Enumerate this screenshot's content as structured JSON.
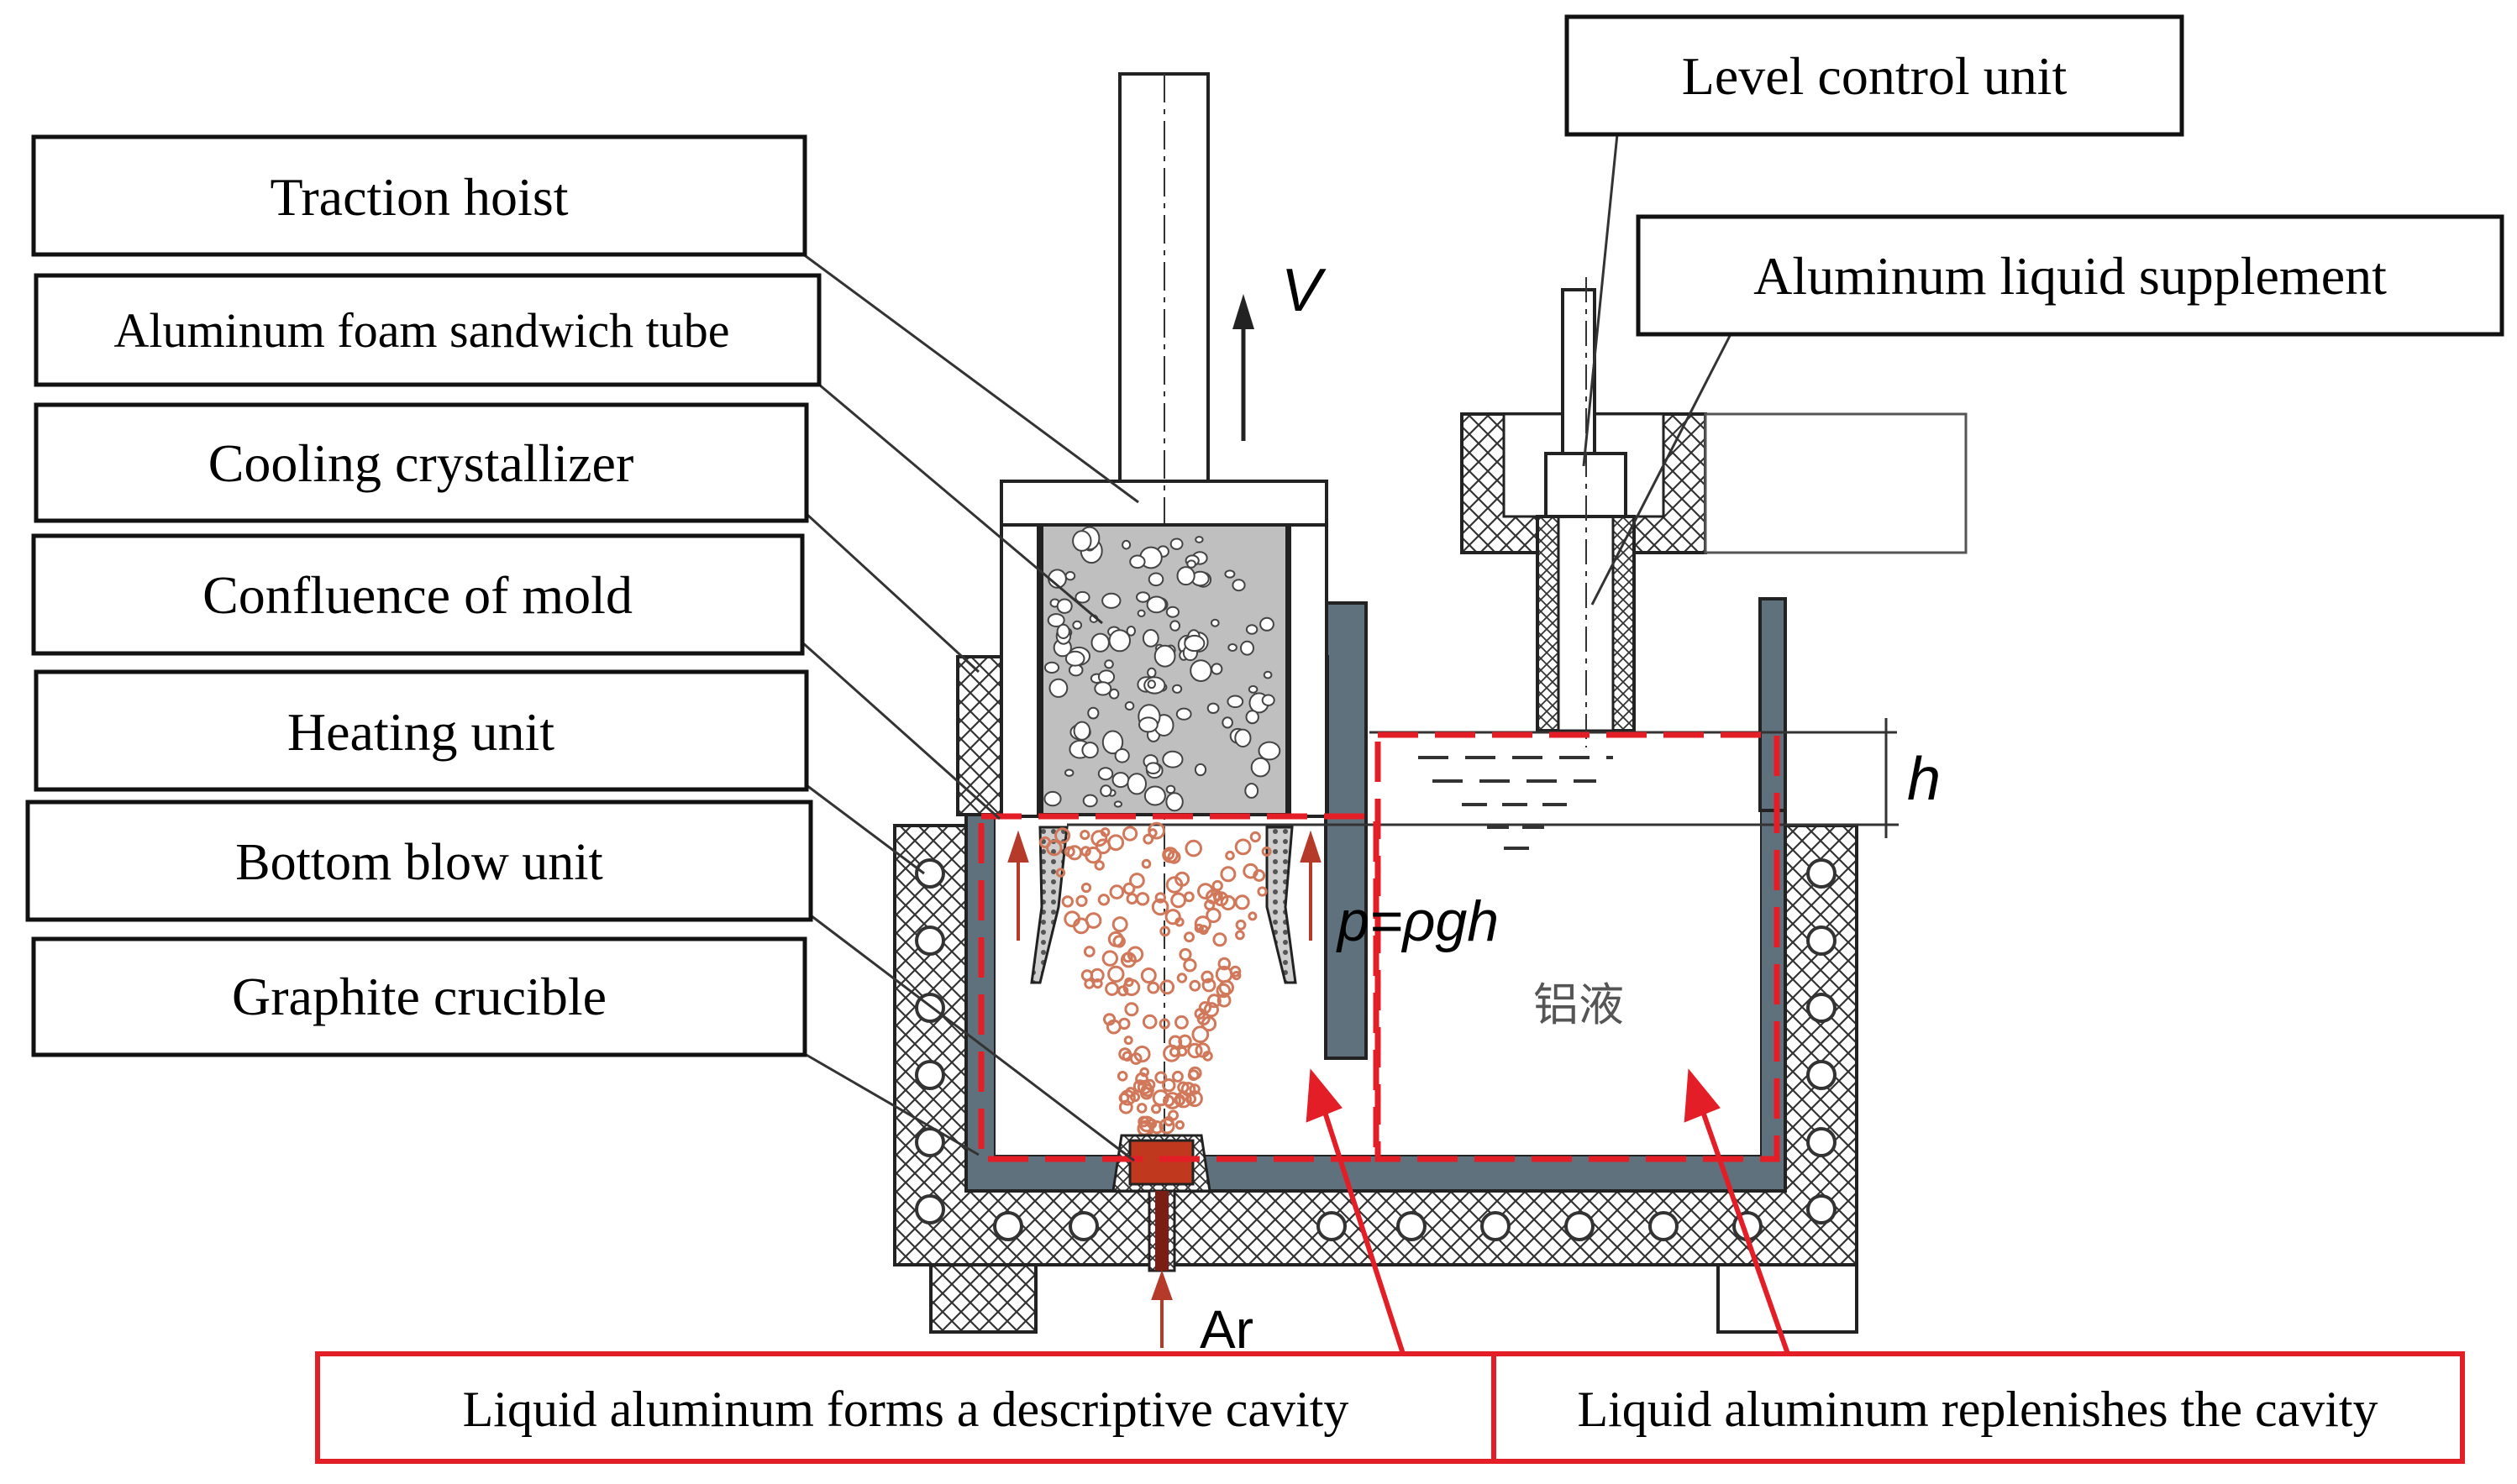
{
  "labels": {
    "traction_hoist": "Traction hoist",
    "foam_tube": "Aluminum foam sandwich tube",
    "cooling_crystallizer": "Cooling crystallizer",
    "confluence_mold": "Confluence of mold",
    "heating_unit": "Heating unit",
    "bottom_blow_unit": "Bottom blow unit",
    "graphite_crucible": "Graphite crucible",
    "level_control_unit": "Level control unit",
    "liquid_supplement": "Aluminum liquid supplement",
    "cavity_forms": "Liquid aluminum forms a descriptive cavity",
    "cavity_replenish": "Liquid aluminum replenishes the cavity"
  },
  "symbols": {
    "velocity": "V",
    "height": "h",
    "pressure_formula": "p=ρgh",
    "liquid_cn": "铝液",
    "argon": "Ar"
  },
  "colors": {
    "steel": "#5f717c",
    "accent_red": "#e41e26",
    "bubble_red": "#d2785a",
    "outline": "#222222"
  }
}
